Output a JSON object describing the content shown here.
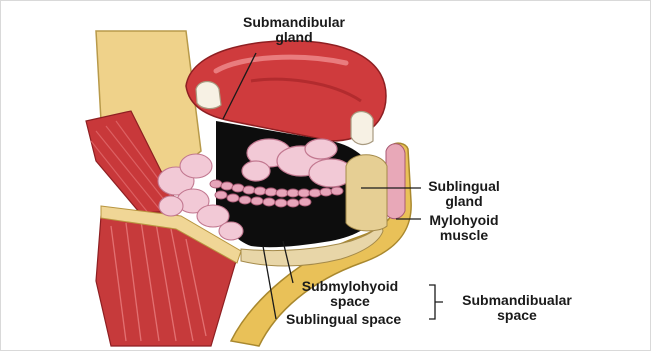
{
  "labels": {
    "submandibular_gland": {
      "line1": "Submandibular",
      "line2": "gland"
    },
    "sublingual_gland": {
      "line1": "Sublingual",
      "line2": "gland"
    },
    "mylohyoid_muscle": {
      "line1": "Mylohyoid",
      "line2": "muscle"
    },
    "submylohyoid_space": {
      "line1": "Submylohyoid",
      "line2": "space"
    },
    "sublingual_space": "Sublingual space",
    "submandibular_space": {
      "line1": "Submandibualar",
      "line2": "space"
    }
  },
  "colors": {
    "muscle_red": "#c8383a",
    "muscle_dark": "#9e2326",
    "bone_yellow": "#e8c25a",
    "bone_light": "#f3dc8c",
    "gland_pink": "#f2c9d6",
    "gland_shadow": "#d98ea6",
    "cavity_black": "#0d0d0d",
    "tooth_white": "#f7f1e4"
  }
}
